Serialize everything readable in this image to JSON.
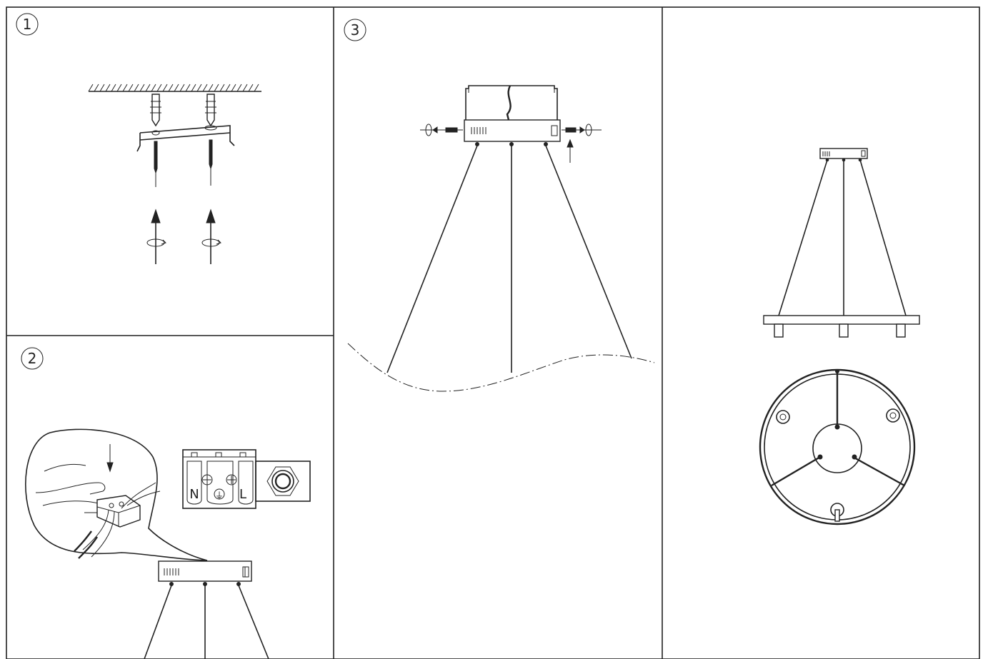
{
  "steps": [
    {
      "number": "1"
    },
    {
      "number": "2"
    },
    {
      "number": "3"
    }
  ],
  "terminal_labels": {
    "neutral": "N",
    "live": "L",
    "earth": "⏚"
  }
}
